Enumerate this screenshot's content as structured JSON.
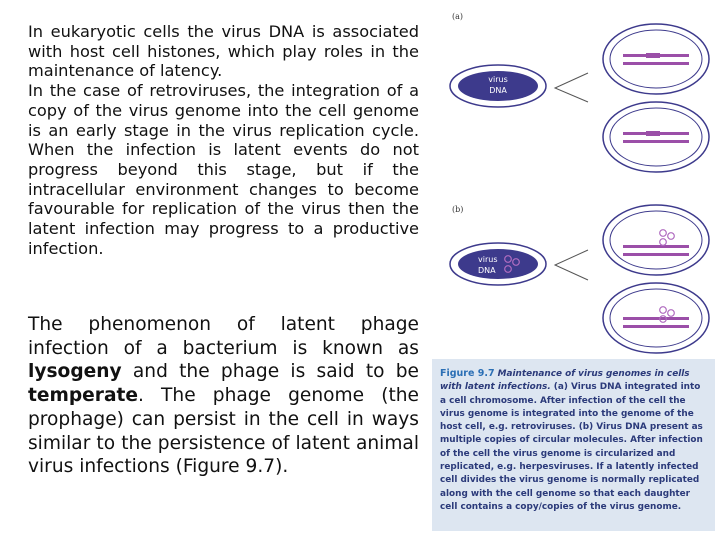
{
  "text": {
    "para1_a": "In eukaryotic cells the virus DNA is associated with host cell histones, which play roles in the maintenance of latency.",
    "para1_b": "In the case of retroviruses, the integration of a copy of the virus genome into the cell genome is an early stage in the virus replication cycle. When the infection is latent events do not progress beyond this stage, but if the intracellular environment changes to become favourable for replication of the virus then the latent infection may progress to a productive infection.",
    "para2_pre": "The phenomenon of latent phage infection of a bacterium is known as ",
    "para2_bold1": "lysogeny",
    "para2_mid": " and the phage is said to be ",
    "para2_bold2": "temperate",
    "para2_post": ". The phage genome (the prophage) can persist in the cell in ways similar to the persistence of latent animal virus infections (Figure 9.7)."
  },
  "figure": {
    "label_a": "(a)",
    "label_b": "(b)",
    "virus_a_line1": "virus",
    "virus_a_line2": "DNA",
    "virus_b_line1": "virus",
    "virus_b_line2": "DNA",
    "caption_title": "Figure 9.7",
    "caption_head": "Maintenance of virus genomes in cells with latent infections.",
    "caption_body": "(a) Virus DNA integrated into a cell chromosome. After infection of the cell the virus genome is integrated into the genome of the host cell, e.g. retroviruses. (b) Virus DNA present as multiple copies of circular molecules. After infection of the cell the virus genome is circularized and replicated, e.g. herpesviruses. If a latently infected cell divides the virus genome is normally replicated along with the cell genome so that each daughter cell contains a copy/copies of the virus genome.",
    "colors": {
      "membrane": "#3d3a8c",
      "dna": "#9b4fa8",
      "cell_fill": "#ffffff",
      "caption_bg": "#dde6f1"
    }
  }
}
